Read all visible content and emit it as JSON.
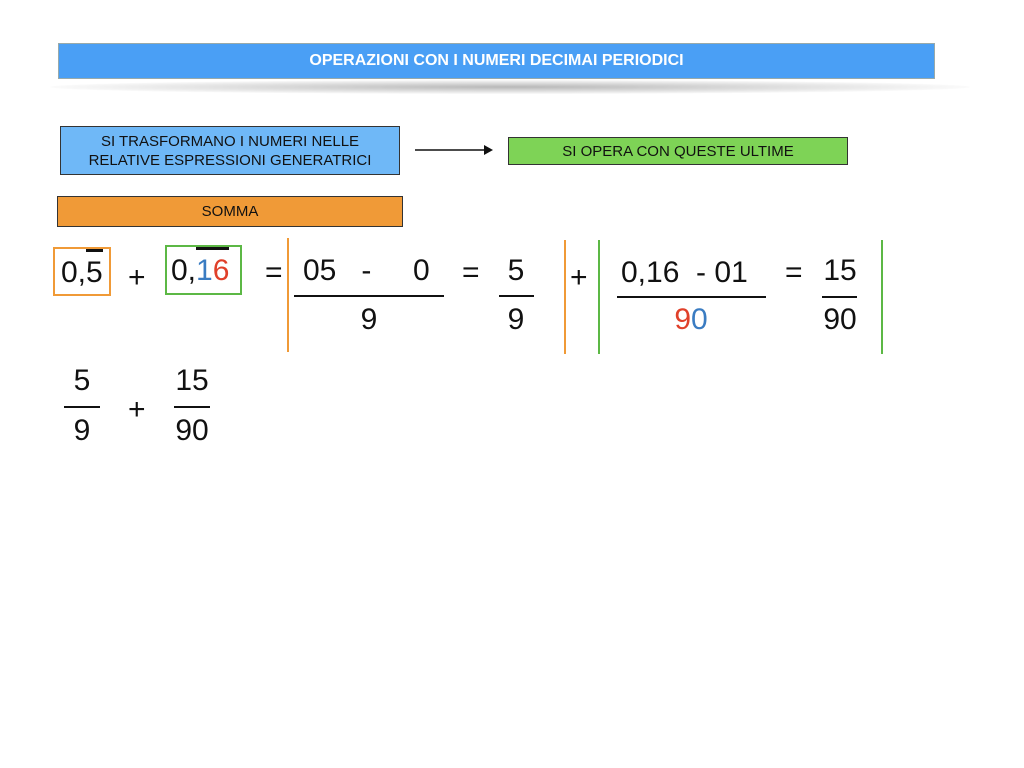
{
  "title": "OPERAZIONI CON I NUMERI DECIMAI PERIODICI",
  "step1_line1": "SI TRASFORMANO I NUMERI NELLE",
  "step1_line2": "RELATIVE ESPRESSIONI GENERATRICI",
  "step2": "SI OPERA CON QUESTE ULTIME",
  "operation": "SOMMA",
  "colors": {
    "title_bg": "#4a9ff5",
    "step1_bg": "#6fb8f7",
    "step2_bg": "#7ed356",
    "operation_bg": "#f09a37",
    "red": "#e0402a",
    "blue": "#3a7cc2"
  },
  "expr": {
    "a_int": "0,",
    "a_period": "5",
    "plus": "+",
    "b_int": "0,",
    "b_nonperiod": "1",
    "b_period": "6",
    "eq": "=",
    "f1_num": "05   -     0",
    "f1_den": "9",
    "f2_num": "5",
    "f2_den": "9",
    "f3_num": "0,16  - 01",
    "f3_den_a": "9",
    "f3_den_b": "0",
    "f4_num": "15",
    "f4_den": "90"
  },
  "result": {
    "n1": "5",
    "d1": "9",
    "plus": "+",
    "n2": "15",
    "d2": "90"
  }
}
